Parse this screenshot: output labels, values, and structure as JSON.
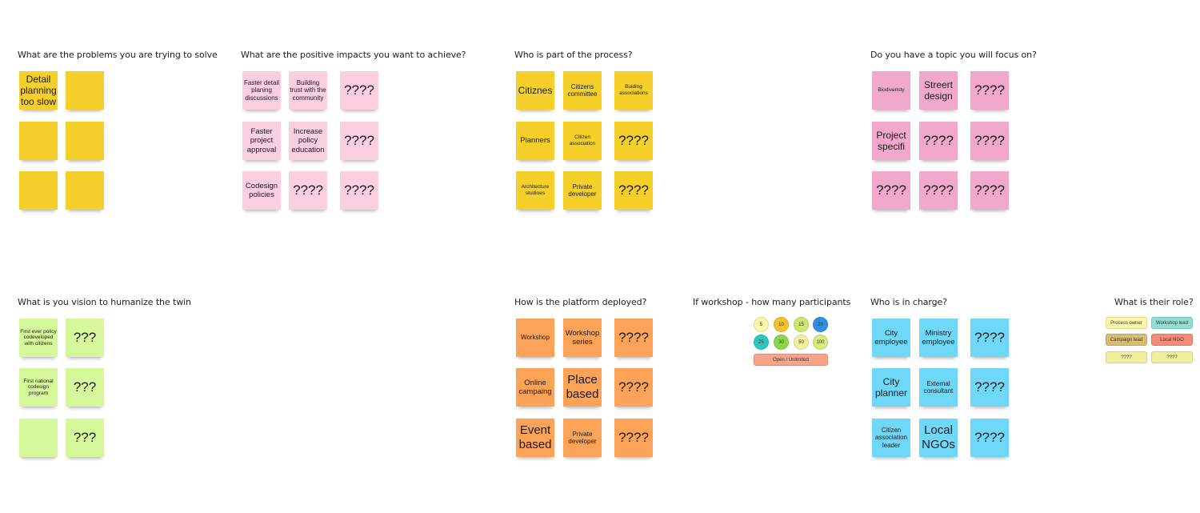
{
  "frames": {
    "problems": {
      "title": "What are the problems you are trying to solve",
      "notes": [
        "Detail planning too slow",
        "",
        "",
        "",
        "",
        ""
      ]
    },
    "impacts": {
      "title": "What are the positive impacts you want to achieve?",
      "notes": [
        "Faster detail planing discussions",
        "Building trust with the community",
        "????",
        "Faster project approval",
        "Increase policy education",
        "????",
        "Codesign policies",
        "????",
        "????"
      ]
    },
    "process": {
      "title": "Who is part of the process?",
      "notes": [
        "Citiznes",
        "Citizens committee",
        "Buiding associations",
        "Planners",
        "Citizen association",
        "????",
        "Architecture studioes",
        "Private developer",
        "????"
      ]
    },
    "topic": {
      "title": "Do you have a topic you will focus on?",
      "notes": [
        "Biodiveristy",
        "Streert design",
        "????",
        "Project specifi",
        "????",
        "????",
        "????",
        "????",
        "????"
      ]
    },
    "vision": {
      "title": "What is you vision to humanize the twin",
      "notes": [
        "First ever policy codeveloped with citizens",
        "???",
        "First national codesign program",
        "???",
        "",
        "???"
      ]
    },
    "deployed": {
      "title": "How is the platform deployed?",
      "notes": [
        "Workshop",
        "Workshop series",
        "????",
        "Online campaing",
        "Place based",
        "????",
        "Event based",
        "Private developer",
        "????"
      ]
    },
    "participants": {
      "title": "If workshop - how many participants",
      "options": [
        "5",
        "10",
        "15",
        "20",
        "25",
        "30",
        "50",
        "100"
      ],
      "open_label": "Open / Unlimited"
    },
    "charge": {
      "title": "Who is in charge?",
      "notes": [
        "City employee",
        "Ministry employee",
        "????",
        "City planner",
        "External consultant",
        "????",
        "Citizen association leader",
        "Local NGOs",
        "????"
      ]
    },
    "role": {
      "title": "What is their role?",
      "tags": [
        "Process owner",
        "Workshop lead",
        "Campaign lead",
        "Local NGO",
        "????",
        "????"
      ]
    }
  },
  "colors": {
    "yellow": "#f5cf2a",
    "pink_light": "#fbcfe0",
    "pink": "#f2a7cc",
    "green": "#d6f79a",
    "orange": "#fca358",
    "blue": "#6fd8f8"
  }
}
